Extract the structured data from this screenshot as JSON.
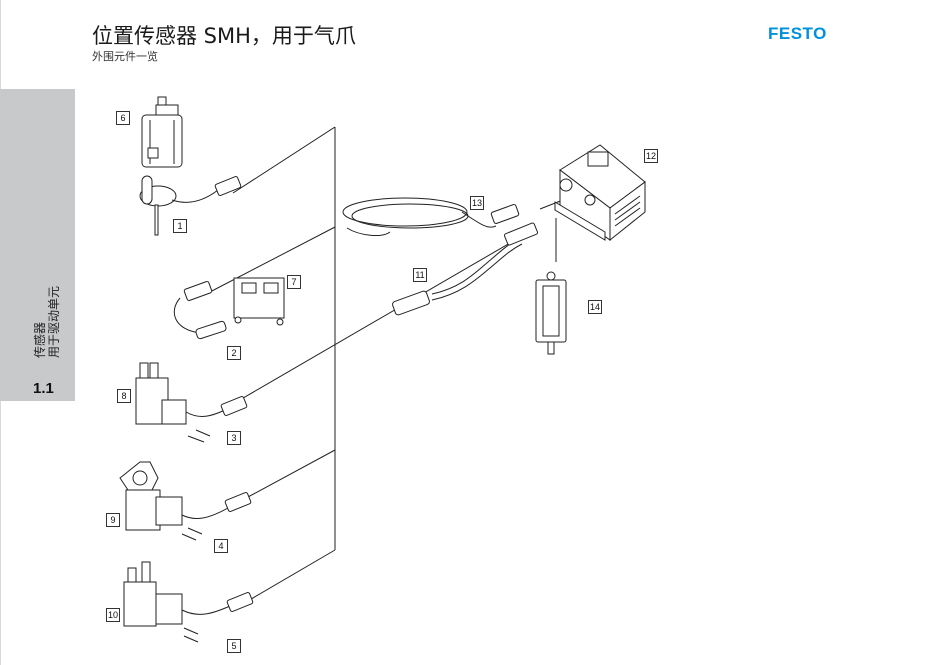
{
  "header": {
    "title": "位置传感器 SMH，用于气爪",
    "subtitle": "外围元件一览",
    "brand": "FESTO",
    "brand_color": "#0091dc"
  },
  "side_tab": {
    "line1": "传感器",
    "line2": "用于驱动单元",
    "section_number": "1.1",
    "tab_color": "#c8c9cb"
  },
  "diagram": {
    "callouts": [
      "1",
      "2",
      "3",
      "4",
      "5",
      "6",
      "7",
      "8",
      "9",
      "10",
      "11",
      "12",
      "13",
      "14"
    ]
  }
}
